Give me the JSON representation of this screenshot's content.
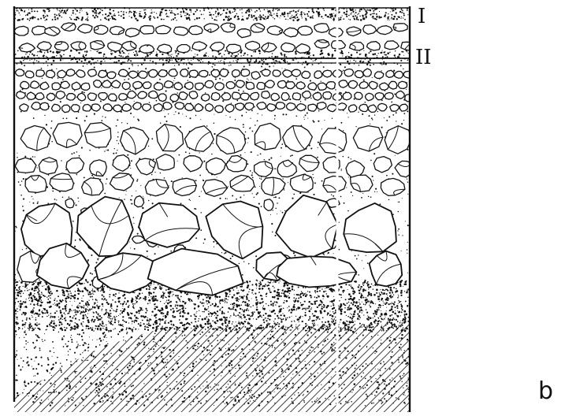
{
  "figure": {
    "layer_labels": [
      "I",
      "II"
    ],
    "panel_label": "b"
  },
  "colors": {
    "ink": "#111111",
    "paper": "#ffffff"
  }
}
